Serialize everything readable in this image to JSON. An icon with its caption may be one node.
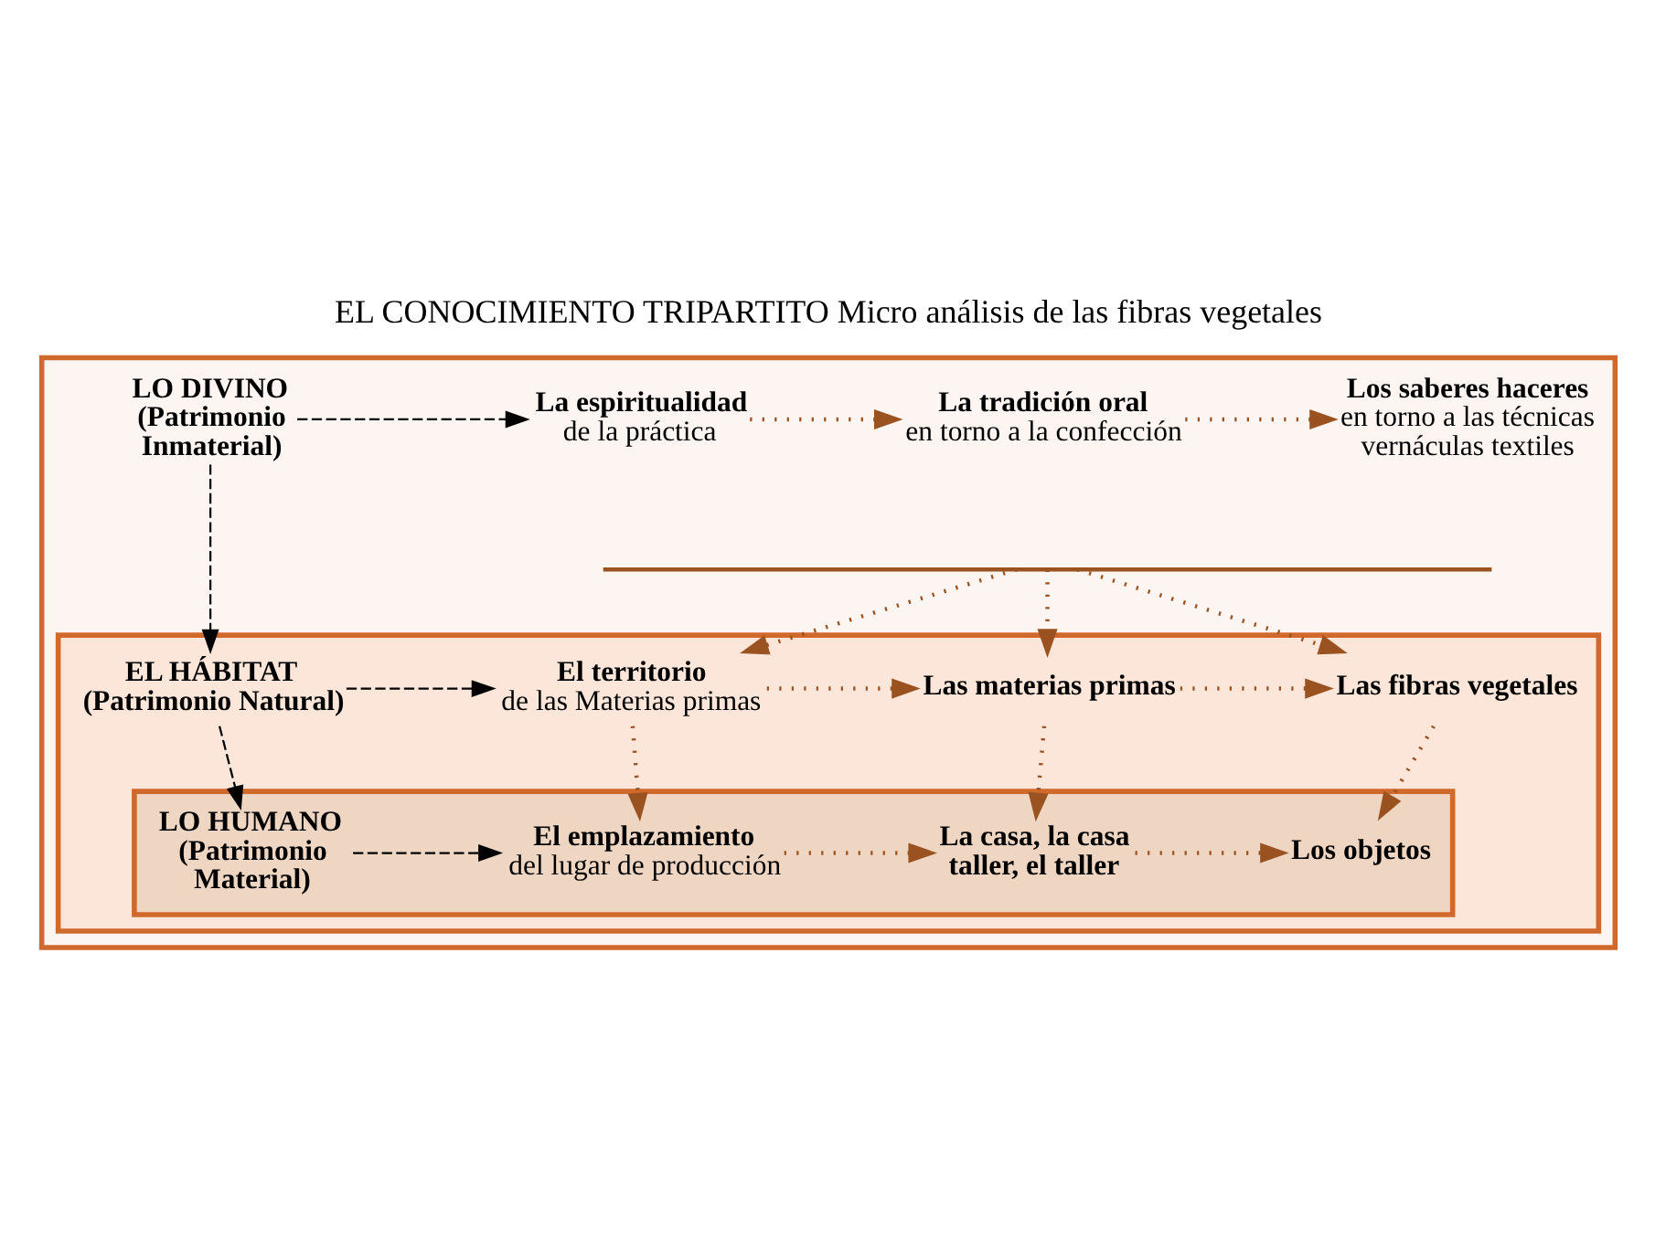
{
  "diagram": {
    "title": "EL CONOCIMIENTO TRIPARTITO Micro análisis de las fibras vegetales",
    "nodes": [
      {
        "text": [],
        "shape": "box"
      },
      {
        "text": [
          "LO DIVINO (Patrimonio Inmaterial)"
        ],
        "in": 0
      },
      {
        "text": [
          "La espiritualidad",
          "de la práctica"
        ],
        "in": 0
      },
      {
        "text": [
          "La tradición oral",
          "en torno a la confección"
        ],
        "in": 0
      },
      {
        "text": [
          "Los saberes haceres",
          "en torno a las técnicas vernáculas textiles"
        ],
        "in": 0
      },
      {
        "text": [],
        "shape": "brace",
        "in": 0
      },
      {
        "text": [],
        "shape": "box",
        "in": 0
      },
      {
        "text": [
          "EL HÁBITAT (Patrimonio Natural)"
        ],
        "in": 6
      },
      {
        "text": [
          "El territorio",
          "de las Materias primas"
        ],
        "in": 6
      },
      {
        "text": [
          "Las materias primas"
        ],
        "in": 6
      },
      {
        "text": [
          "Las fibras vegetales"
        ],
        "in": 6
      },
      {
        "text": [],
        "shape": "box",
        "in": 6
      },
      {
        "text": [
          "LO HUMANO (Patrimonio Material)"
        ],
        "in": 11
      },
      {
        "text": [
          "El emplazamiento",
          "del lugar de producción"
        ],
        "in": 11
      },
      {
        "text": [
          "La casa, la casa taller, el taller"
        ],
        "in": 11
      },
      {
        "text": [
          "Los objetos"
        ],
        "in": 11
      }
    ],
    "edges": [
      {
        "from": 1,
        "to": 2,
        "arrow": "to",
        "style": "dashed",
        "color": "#000000"
      },
      {
        "from": 2,
        "to": 3,
        "arrow": "to"
      },
      {
        "from": 3,
        "to": 4,
        "arrow": "to"
      },
      {
        "from": 5,
        "to": 8,
        "arrow": "to"
      },
      {
        "from": 5,
        "to": 9,
        "arrow": "to"
      },
      {
        "from": 5,
        "to": 10,
        "arrow": "to"
      },
      {
        "from": 1,
        "to": 7,
        "arrow": "to",
        "style": "dashed",
        "color": "#000000"
      },
      {
        "from": 7,
        "to": 8,
        "arrow": "to",
        "style": "dashed",
        "color": "#000000"
      },
      {
        "from": 8,
        "to": 9,
        "arrow": "to"
      },
      {
        "from": 9,
        "to": 10,
        "arrow": "to"
      },
      {
        "from": 8,
        "to": 13,
        "arrow": "to"
      },
      {
        "from": 9,
        "to": 14,
        "arrow": "to"
      },
      {
        "from": 10,
        "to": 15,
        "arrow": "to"
      },
      {
        "from": 7,
        "to": 12,
        "arrow": "to",
        "style": "dashed",
        "color": "#000000"
      },
      {
        "from": 12,
        "to": 13,
        "arrow": "to",
        "style": "dashed",
        "color": "#000000"
      },
      {
        "from": 13,
        "to": 14,
        "arrow": "to"
      },
      {
        "from": 14,
        "to": 15,
        "arrow": "to"
      }
    ]
  }
}
